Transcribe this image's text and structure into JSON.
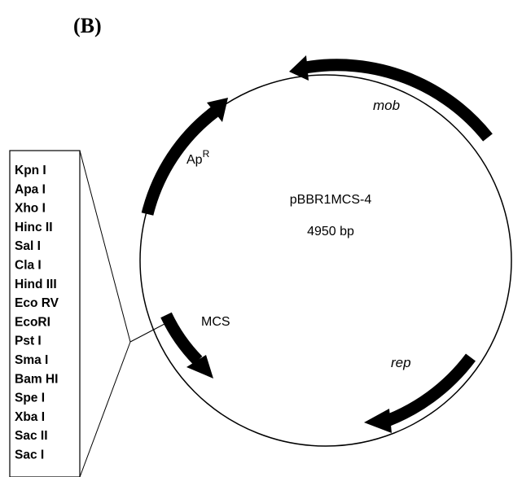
{
  "panel_label": "(B)",
  "plasmid": {
    "name": "pBBR1MCS-4",
    "size": "4950 bp"
  },
  "features": {
    "resistance": {
      "label": "Ap",
      "superscript": "R"
    },
    "mob": {
      "label": "mob"
    },
    "rep": {
      "label": "rep"
    },
    "mcs": {
      "label": "MCS"
    }
  },
  "restriction_sites": [
    "Kpn I",
    "Apa I",
    "Xho I",
    "Hinc II",
    "Sal I",
    "Cla I",
    "Hind III",
    "Eco RV",
    "EcoRI",
    "Pst I",
    "Sma I",
    "Bam HI",
    "Spe I",
    "Xba I",
    "Sac II",
    "Sac I"
  ],
  "colors": {
    "stroke": "#000000",
    "background": "#ffffff"
  }
}
